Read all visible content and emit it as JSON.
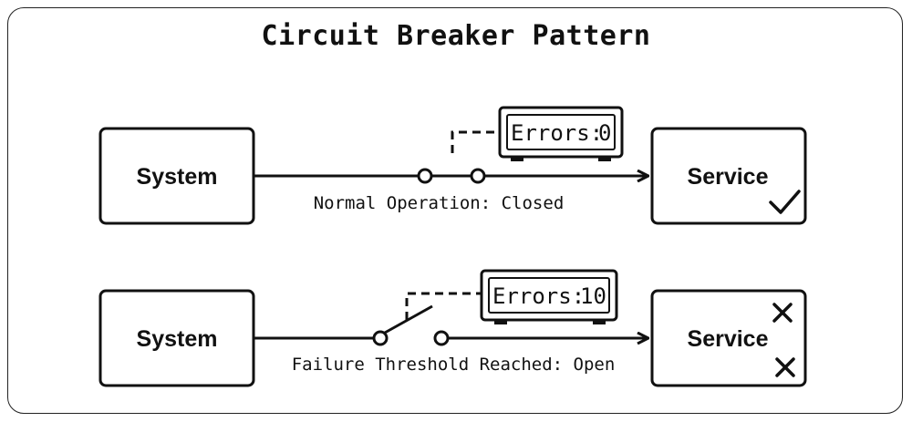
{
  "title": "Circuit Breaker Pattern",
  "rows": [
    {
      "state": "closed",
      "source_label": "System",
      "target_label": "Service",
      "caption": "Normal Operation: Closed",
      "counter_label": "Errors:",
      "counter_value": "0",
      "status_icon": "checkmark-icon"
    },
    {
      "state": "open",
      "source_label": "System",
      "target_label": "Service",
      "caption": "Failure Threshold Reached: Open",
      "counter_label": "Errors:",
      "counter_value": "10",
      "status_icon": "x-mark-icon"
    }
  ]
}
